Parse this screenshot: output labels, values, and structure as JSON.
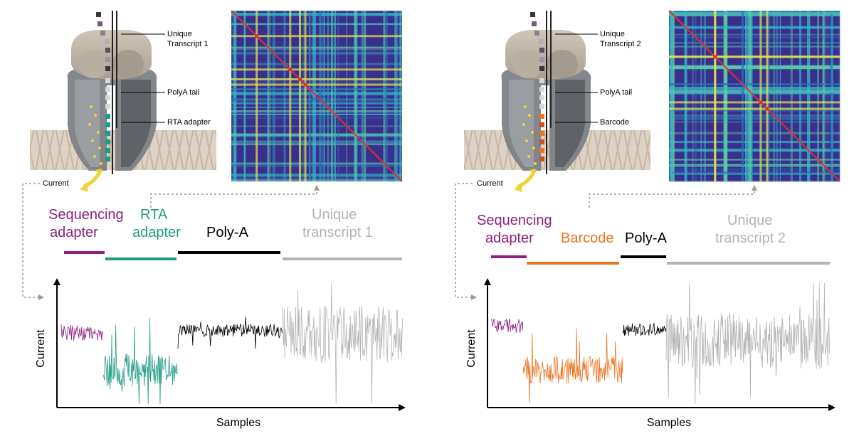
{
  "colors": {
    "sequencing_adapter": "#8e1f7e",
    "rta_adapter": "#1f9c84",
    "barcode": "#ee7322",
    "poly_a": "#000000",
    "unique_transcript": "#b3b3b3",
    "matrix_background": "#3b2f8e",
    "current_arrow": "#f2d13a"
  },
  "panels": [
    {
      "pore_labels": {
        "transcript": [
          "Unique",
          "Transcript 1"
        ],
        "polya": "PolyA tail",
        "adapter": "RTA adapter",
        "current": "Current"
      },
      "segments": [
        {
          "key": "sequencing_adapter",
          "lines": [
            "Sequencing",
            "adapter"
          ]
        },
        {
          "key": "rta_adapter",
          "lines": [
            "RTA",
            "adapter"
          ]
        },
        {
          "key": "poly_a",
          "lines": [
            "Poly-A"
          ]
        },
        {
          "key": "unique_transcript",
          "lines": [
            "Unique",
            "transcript 1"
          ]
        }
      ],
      "axis": {
        "xlabel": "Samples",
        "ylabel": "Current"
      }
    },
    {
      "pore_labels": {
        "transcript": [
          "Unique",
          "Transcript 2"
        ],
        "polya": "PolyA tail",
        "adapter": "Barcode",
        "current": "Current"
      },
      "segments": [
        {
          "key": "sequencing_adapter",
          "lines": [
            "Sequencing",
            "adapter"
          ]
        },
        {
          "key": "barcode",
          "lines": [
            "Barcode"
          ]
        },
        {
          "key": "poly_a",
          "lines": [
            "Poly-A"
          ]
        },
        {
          "key": "unique_transcript",
          "lines": [
            "Unique",
            "transcript 2"
          ]
        }
      ],
      "axis": {
        "xlabel": "Samples",
        "ylabel": "Current"
      }
    }
  ]
}
